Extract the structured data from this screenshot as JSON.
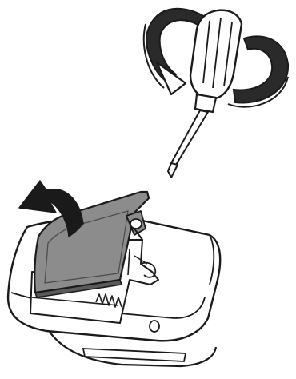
{
  "figure": {
    "type": "instruction-illustration",
    "elements": [
      "screwdriver-icon",
      "rotate-arrow-icon",
      "device-body",
      "battery-cover",
      "screw-icon",
      "lift-arrow-icon",
      "battery-spring"
    ]
  },
  "colors": {
    "outline": "#1a1a1a",
    "background": "#ffffff",
    "cover_fill": "#8c8c8c",
    "arrow_fill": "#1a1a1a"
  }
}
